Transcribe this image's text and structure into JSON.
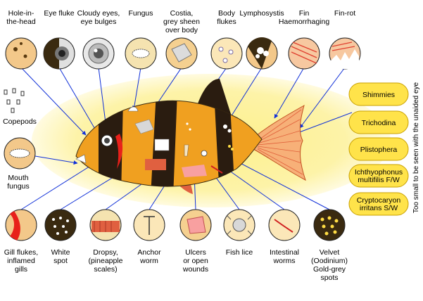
{
  "colors": {
    "background": "#ffffff",
    "glow": "#fdf3a8",
    "fish_body": "#f0a020",
    "fish_band": "#2a1c10",
    "pill_fill": "#ffe34a",
    "pill_stroke": "#c8a000",
    "arrow": "#1030d8",
    "circle_stroke": "#222222"
  },
  "top_labels": [
    {
      "lines": [
        "Hole-in-",
        "the-head"
      ],
      "icon": "hole-in-the-head-icon"
    },
    {
      "lines": [
        "Eye fluke"
      ],
      "icon": "eye-fluke-icon"
    },
    {
      "lines": [
        "Cloudy eyes,",
        "eye bulges"
      ],
      "icon": "cloudy-eye-icon"
    },
    {
      "lines": [
        "Fungus"
      ],
      "icon": "fungus-icon"
    },
    {
      "lines": [
        "Costia,",
        "grey sheen",
        "over body"
      ],
      "icon": "costia-icon"
    },
    {
      "lines": [
        "Body",
        "flukes"
      ],
      "icon": "body-flukes-icon"
    },
    {
      "lines": [
        "Lymphosystis"
      ],
      "icon": "lymphosystis-icon"
    },
    {
      "lines": [
        "Fin",
        "Haemorrhaging"
      ],
      "icon": "fin-haemorrhaging-icon"
    },
    {
      "lines": [
        "Fin-rot"
      ],
      "icon": "fin-rot-icon"
    }
  ],
  "left_labels": [
    {
      "lines": [
        "Copepods"
      ],
      "icon": "copepods-icon"
    },
    {
      "lines": [
        "Mouth",
        "fungus"
      ],
      "icon": "mouth-fungus-icon"
    }
  ],
  "bottom_labels": [
    {
      "lines": [
        "Gill flukes,",
        "inflamed",
        "gills"
      ],
      "icon": "gill-flukes-icon"
    },
    {
      "lines": [
        "White",
        "spot"
      ],
      "icon": "white-spot-icon"
    },
    {
      "lines": [
        "Dropsy,",
        "(pineapple",
        "scales)"
      ],
      "icon": "dropsy-icon"
    },
    {
      "lines": [
        "Anchor",
        "worm"
      ],
      "icon": "anchor-worm-icon"
    },
    {
      "lines": [
        "Ulcers",
        "or open",
        "wounds"
      ],
      "icon": "ulcer-icon"
    },
    {
      "lines": [
        "Fish lice"
      ],
      "icon": "fish-lice-icon"
    },
    {
      "lines": [
        "Intestinal",
        "worms"
      ],
      "icon": "intestinal-worms-icon"
    },
    {
      "lines": [
        "Velvet",
        "(Oodinium)",
        "Gold-grey",
        "spots"
      ],
      "icon": "velvet-icon"
    }
  ],
  "small_items": [
    {
      "lines": [
        "Shimmies"
      ]
    },
    {
      "lines": [
        "Trichodina"
      ]
    },
    {
      "lines": [
        "Plistophera"
      ]
    },
    {
      "lines": [
        "Ichthyophonus",
        "multifilis F/W"
      ]
    },
    {
      "lines": [
        "Cryptocaryon",
        "irritans S/W"
      ]
    }
  ],
  "side_caption": "Too small to be seen with the unaided eye"
}
